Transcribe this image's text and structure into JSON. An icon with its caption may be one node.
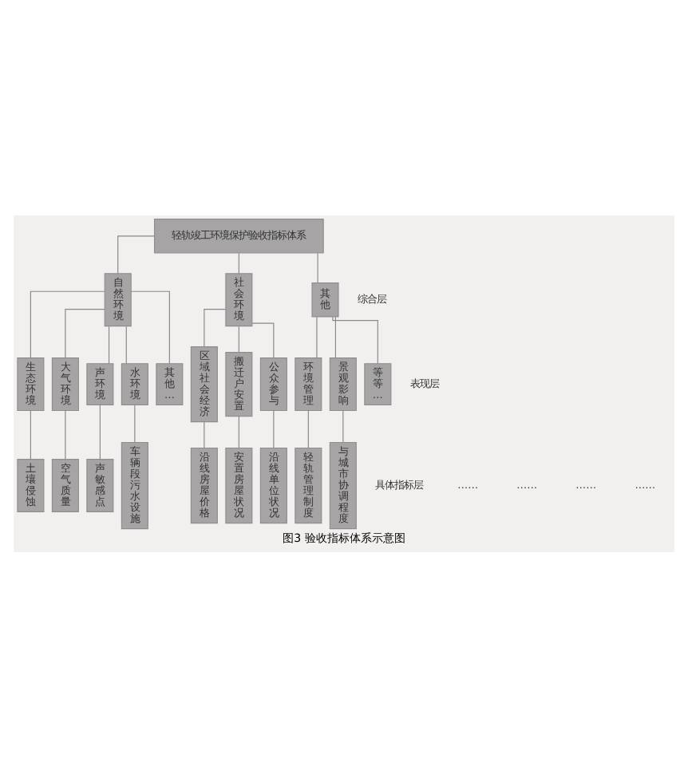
{
  "diagram": {
    "caption": "图3 验收指标体系示意图",
    "nodes": [
      {
        "text": [
          "轻轨竣工环境保护验收指标体系"
        ]
      },
      {
        "text": [
          "自然环境"
        ]
      },
      {
        "text": [
          "社会环境"
        ]
      },
      {
        "text": [
          "其他"
        ]
      },
      {
        "text": [
          "生态环境"
        ]
      },
      {
        "text": [
          "大气环境"
        ]
      },
      {
        "text": [
          "声环境"
        ]
      },
      {
        "text": [
          "水环境"
        ]
      },
      {
        "text": [
          "其他…"
        ]
      },
      {
        "text": [
          "区域社会经济"
        ]
      },
      {
        "text": [
          "搬迁户安置"
        ]
      },
      {
        "text": [
          "公众参与"
        ]
      },
      {
        "text": [
          "环境管理"
        ]
      },
      {
        "text": [
          "景观影响"
        ]
      },
      {
        "text": [
          "等等…"
        ]
      },
      {
        "text": [
          "土壤侵蚀"
        ]
      },
      {
        "text": [
          "空气质量"
        ]
      },
      {
        "text": [
          "声敏感点"
        ]
      },
      {
        "text": [
          "车辆段污水设施"
        ]
      },
      {
        "text": [
          "沿线房屋价格"
        ]
      },
      {
        "text": [
          "安置房屋状况"
        ]
      },
      {
        "text": [
          "沿线单位状况"
        ]
      },
      {
        "text": [
          "轻轨管理制度"
        ]
      },
      {
        "text": [
          "与城市协调程度"
        ]
      }
    ],
    "edges": [
      {
        "from": 0,
        "to": 1,
        "arrow": "none"
      },
      {
        "from": 0,
        "to": 2,
        "arrow": "none"
      },
      {
        "from": 0,
        "to": 3,
        "arrow": "none"
      },
      {
        "from": 1,
        "to": 4,
        "arrow": "none"
      },
      {
        "from": 1,
        "to": 5,
        "arrow": "none"
      },
      {
        "from": 1,
        "to": 6,
        "arrow": "none"
      },
      {
        "from": 1,
        "to": 7,
        "arrow": "none"
      },
      {
        "from": 1,
        "to": 8,
        "arrow": "none"
      },
      {
        "from": 2,
        "to": 9,
        "arrow": "none"
      },
      {
        "from": 2,
        "to": 10,
        "arrow": "none"
      },
      {
        "from": 2,
        "to": 11,
        "arrow": "none"
      },
      {
        "from": 3,
        "to": 12,
        "arrow": "none"
      },
      {
        "from": 3,
        "to": 13,
        "arrow": "none"
      },
      {
        "from": 3,
        "to": 14,
        "arrow": "none"
      },
      {
        "from": 4,
        "to": 15,
        "arrow": "none"
      },
      {
        "from": 5,
        "to": 16,
        "arrow": "none"
      },
      {
        "from": 6,
        "to": 17,
        "arrow": "none"
      },
      {
        "from": 7,
        "to": 18,
        "arrow": "none"
      },
      {
        "from": 9,
        "to": 19,
        "arrow": "none"
      },
      {
        "from": 10,
        "to": 20,
        "arrow": "none"
      },
      {
        "from": 11,
        "to": 21,
        "arrow": "none"
      },
      {
        "from": 12,
        "to": 22,
        "arrow": "none"
      },
      {
        "from": 13,
        "to": 23,
        "arrow": "none"
      }
    ],
    "labels": [
      "综合层",
      "表现层",
      "……",
      "……",
      "……",
      "……",
      "具体指标层"
    ]
  }
}
